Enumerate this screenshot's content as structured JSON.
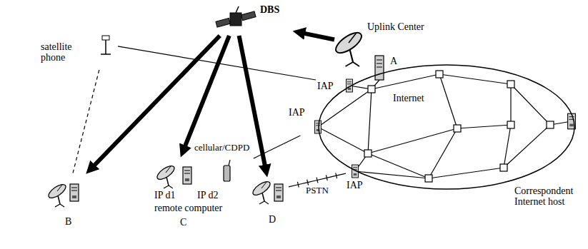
{
  "diagram": {
    "nodes": [
      {
        "text": [
          "DBS"
        ]
      },
      {
        "text": [
          "Uplink Center"
        ]
      },
      {
        "text": [
          "A"
        ]
      },
      {
        "text": [
          "Internet"
        ]
      },
      {
        "text": [
          "IAP"
        ]
      },
      {
        "text": [
          "IAP"
        ]
      },
      {
        "text": [
          "IAP"
        ]
      },
      {
        "text": [
          "Correspondent Internet host"
        ]
      },
      {
        "text": [
          "satellite phone"
        ]
      },
      {
        "text": [
          "B"
        ]
      },
      {
        "text": [
          "IP d1",
          "IP d2",
          "remote computer",
          "C"
        ]
      },
      {
        "text": [
          "D"
        ]
      }
    ],
    "edges": [
      {
        "from": 1,
        "to": 0,
        "arrow": "to"
      },
      {
        "from": 0,
        "to": 9,
        "arrow": "to"
      },
      {
        "from": 0,
        "to": 10,
        "arrow": "to"
      },
      {
        "from": 0,
        "to": 11,
        "arrow": "to"
      },
      {
        "from": 8,
        "to": 9,
        "arrow": "none"
      },
      {
        "from": 8,
        "to": 4,
        "arrow": "none"
      },
      {
        "from": 10,
        "to": 5,
        "arrow": "none"
      },
      {
        "from": 11,
        "to": 6,
        "arrow": "none",
        "label": "PSTN"
      }
    ],
    "labels": [
      "cellular/CDPD"
    ]
  }
}
